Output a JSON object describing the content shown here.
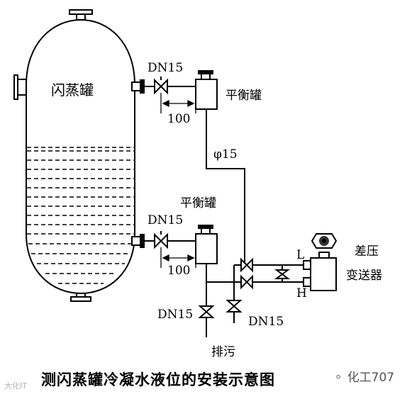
{
  "labels": {
    "vessel": "闪蒸罐",
    "dn15_top": "DN15",
    "dim_top": "100",
    "balance_top": "平衡罐",
    "pipe_dia": "φ15",
    "balance_bottom": "平衡罐",
    "dn15_mid": "DN15",
    "dim_bottom": "100",
    "port_l": "L",
    "port_h": "H",
    "transmitter_line1": "差压",
    "transmitter_line2": "变送器",
    "dn15_drain_left": "DN15",
    "dn15_drain_right": "DN15",
    "drain": "排污"
  },
  "caption": "测闪蒸罐冷凝水液位的安装示意图",
  "watermark": {
    "left": "大化IT",
    "right": "化工707"
  },
  "colors": {
    "line": "#000000",
    "background": "#ffffff",
    "watermark": "#b0b0b0"
  }
}
